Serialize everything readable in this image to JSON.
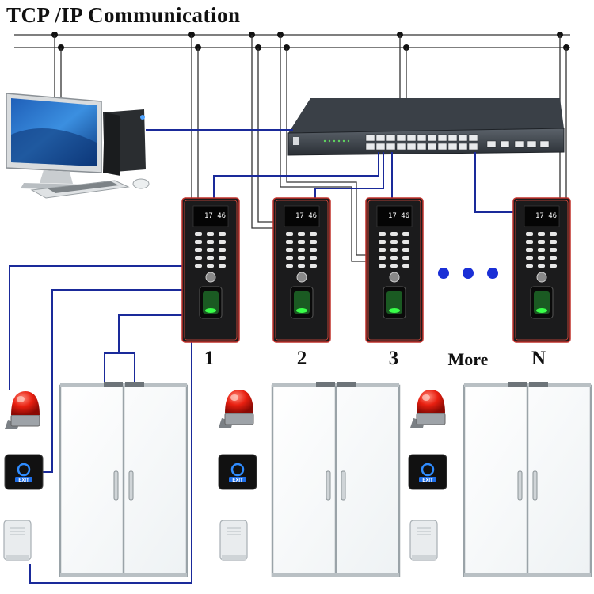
{
  "title": "TCP /IP Communication",
  "terminals": [
    {
      "label": "1",
      "time": "17 46"
    },
    {
      "label": "2",
      "time": "17 46"
    },
    {
      "label": "3",
      "time": "17 46"
    },
    {
      "label": "N",
      "time": "17 46"
    }
  ],
  "more_label": "More",
  "exit_label": "EXIT",
  "icons": [
    "desktop-computer",
    "network-switch",
    "fingerprint-terminal",
    "alarm-siren",
    "exit-button",
    "door-bell",
    "glass-door"
  ]
}
